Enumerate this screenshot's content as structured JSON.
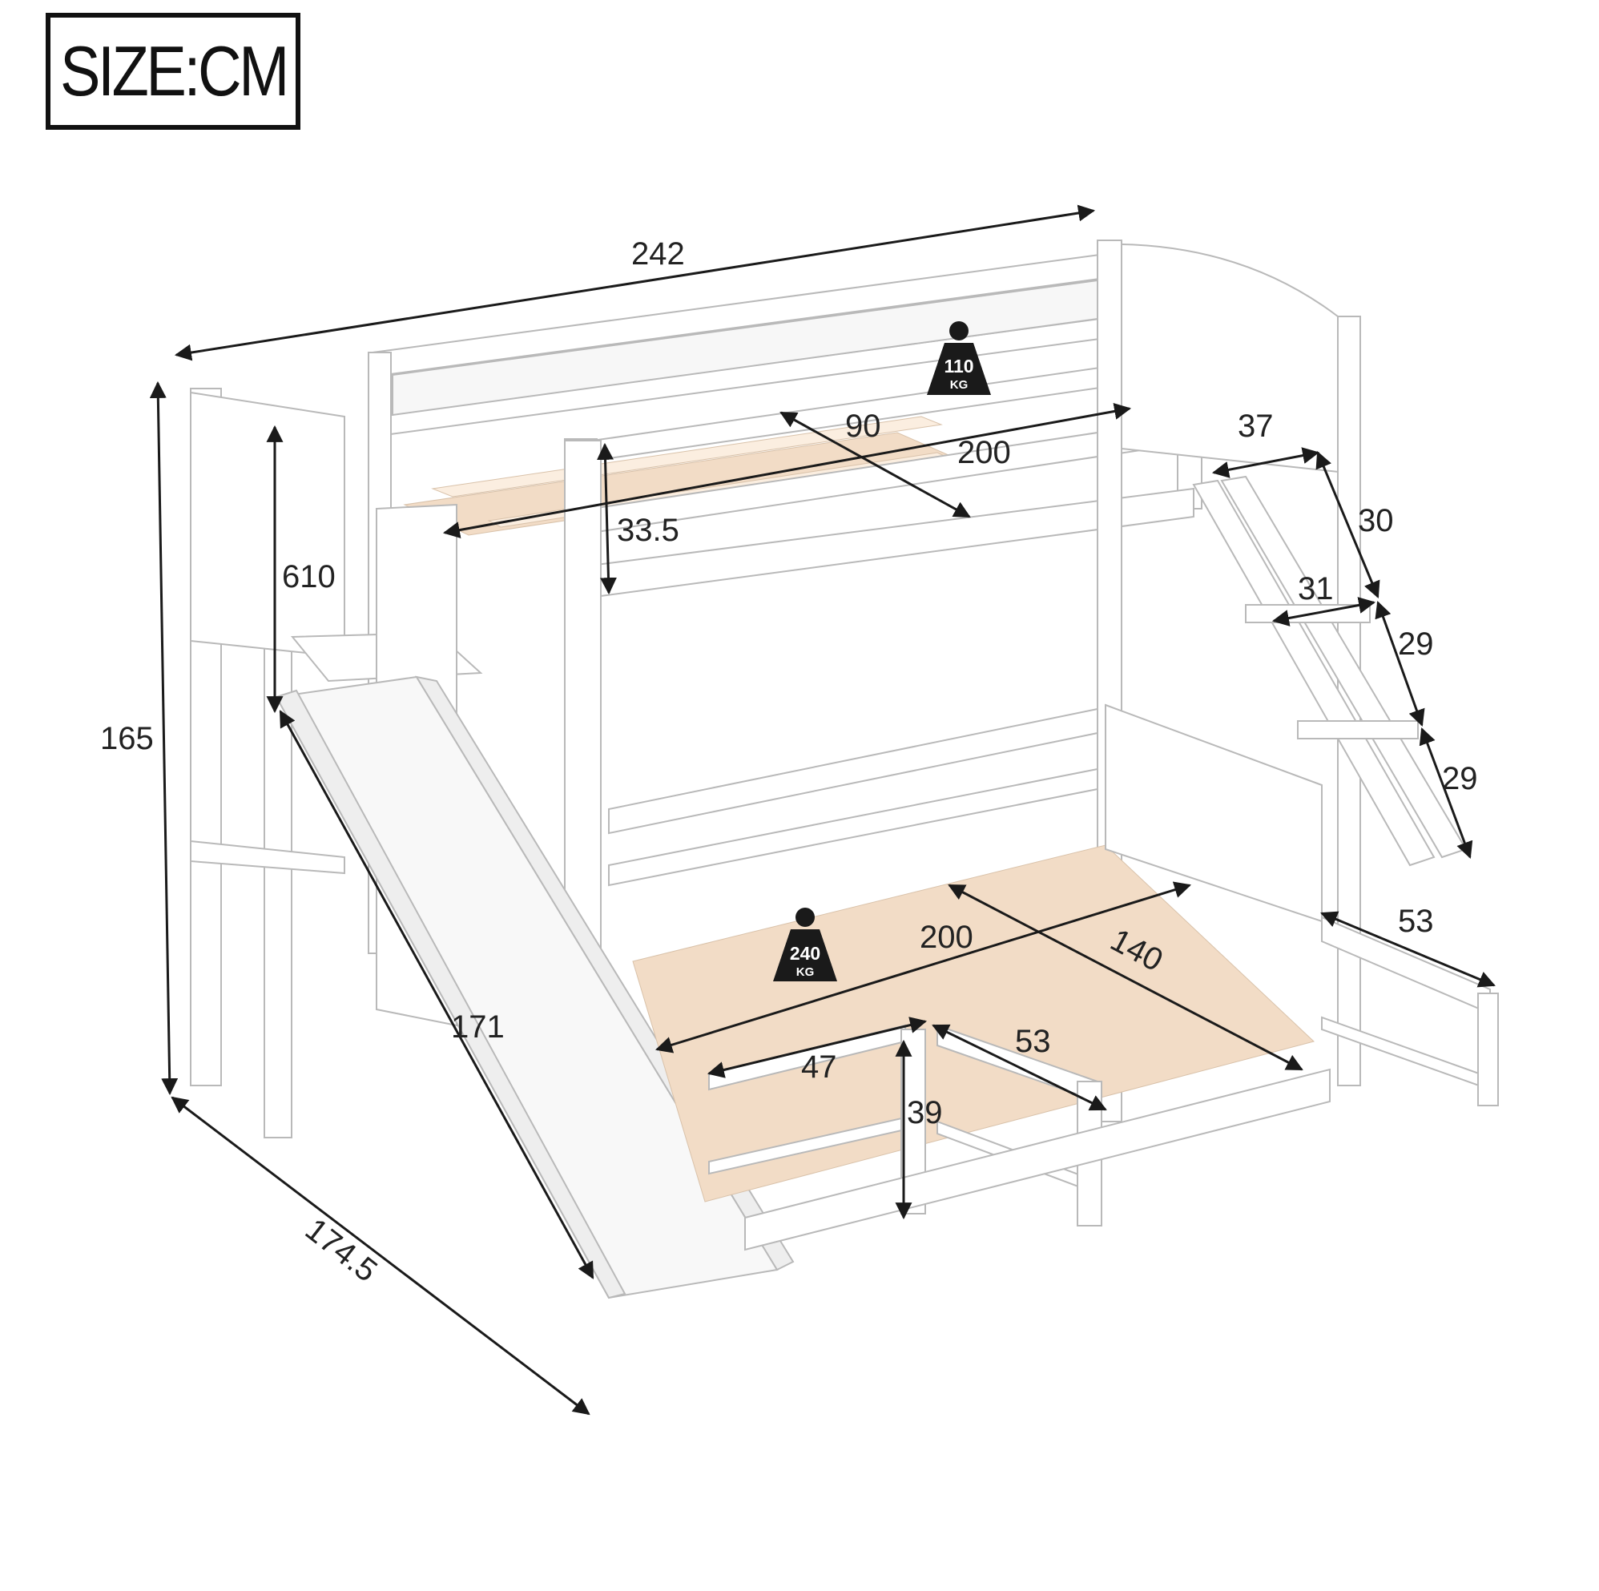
{
  "unit_label": "SIZE:CM",
  "dimensions": {
    "overall_length": "242",
    "overall_height": "165",
    "overall_width": "174.5",
    "top_bunk_width": "90",
    "top_bunk_length": "200",
    "top_guardrail_height": "33.5",
    "ladder_gap": "37",
    "ladder_rail_length": "30",
    "ladder_step_width": "31",
    "ladder_step_spacing_1": "29",
    "ladder_step_spacing_2": "29",
    "platform_height": "610",
    "slide_length": "171",
    "bottom_bunk_length": "200",
    "bottom_bunk_width": "140",
    "bottom_rail_segment": "47",
    "bottom_gate_width": "53",
    "bottom_rail_height": "39",
    "side_gate_width": "53"
  },
  "load_labels": {
    "top": {
      "value": "110",
      "unit": "KG"
    },
    "bottom": {
      "value": "240",
      "unit": "KG"
    }
  },
  "colors": {
    "frame": "#ffffff",
    "frame_edge": "#b9b9b9",
    "slats": "#f2dcc6",
    "arrow": "#1a1a1a",
    "weight_icon": "#1a1a1a"
  },
  "icons": [
    "weight-icon"
  ]
}
